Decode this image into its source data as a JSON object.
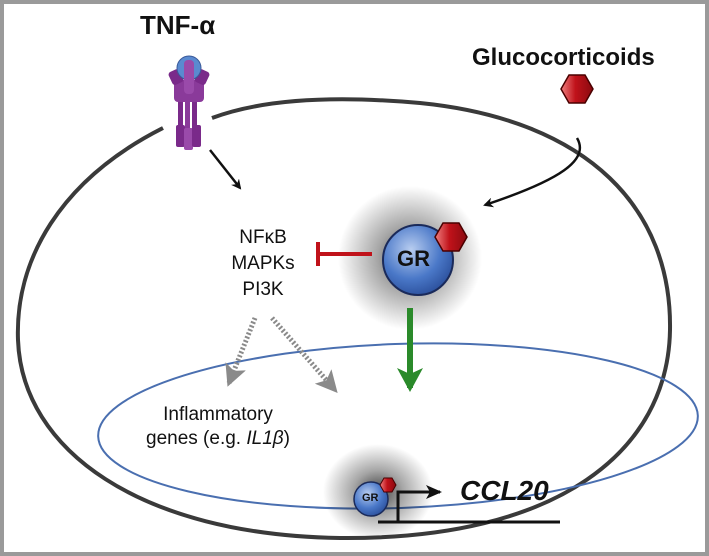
{
  "labels": {
    "tnf": "TNF-α",
    "glucocorticoids": "Glucocorticoids",
    "nfkb": "NFκB",
    "mapks": "MAPKs",
    "pi3k": "PI3K",
    "gr": "GR",
    "gr_small": "GR",
    "inflammatory_line1": "Inflammatory",
    "inflammatory_line2_prefix": "genes (e.g. ",
    "inflammatory_gene": "IL1β",
    "inflammatory_line2_suffix": ")",
    "ccl20": "CCL20"
  },
  "colors": {
    "frame": "#9a9a9a",
    "cell_membrane": "#3a3a3a",
    "nucleus": "#4a6fb0",
    "gr_blue": "#4a78c8",
    "ligand_red": "#c0121a",
    "inhibit_red": "#c0121a",
    "activate_green": "#2a8a2a",
    "dotted_gray": "#8a8a8a",
    "receptor_purple": "#7a2a8a"
  }
}
